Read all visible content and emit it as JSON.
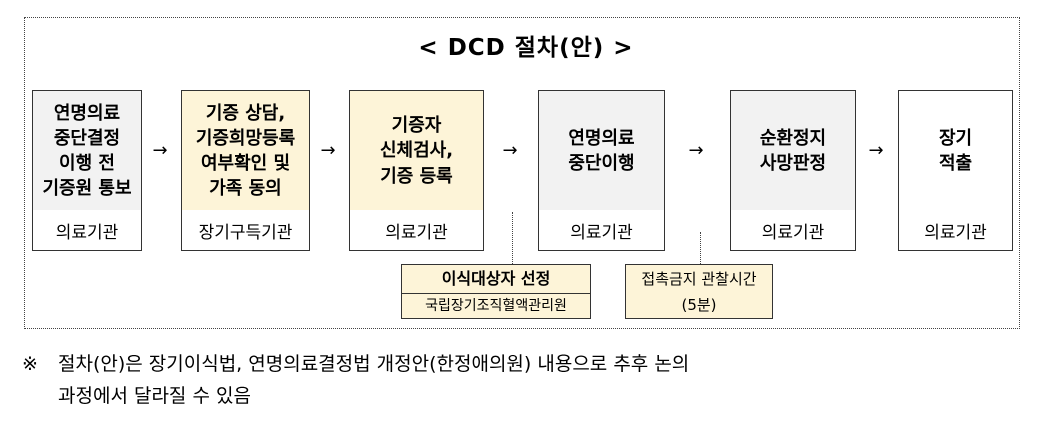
{
  "title": "< DCD 절차(안) >",
  "steps": [
    {
      "main": "연명의료\n중단결정\n이행 전\n기증원 통보",
      "org": "의료기관",
      "bg": "#f2f2f2"
    },
    {
      "main": "기증 상담,\n기증희망등록\n여부확인 및\n가족 동의",
      "org": "장기구득기관",
      "bg": "#fdf4d8"
    },
    {
      "main": "기증자\n신체검사,\n기증 등록",
      "org": "의료기관",
      "bg": "#fdf4d8"
    },
    {
      "main": "연명의료\n중단이행",
      "org": "의료기관",
      "bg": "#f2f2f2"
    },
    {
      "main": "순환정지\n사망판정",
      "org": "의료기관",
      "bg": "#f2f2f2"
    },
    {
      "main": "장기\n적출",
      "org": "의료기관",
      "bg": "#ffffff"
    }
  ],
  "arrow": "→",
  "sub1": {
    "heading": "이식대상자 선정",
    "detail": "국립장기조직혈액관리원"
  },
  "sub2": {
    "line1": "접촉금지 관찰시간",
    "line2": "(5분)"
  },
  "note": {
    "mark": "※",
    "line1": "절차(안)은 장기이식법, 연명의료결정법 개정안(한정애의원) 내용으로 추후 논의",
    "line2": "과정에서 달라질 수 있음"
  }
}
